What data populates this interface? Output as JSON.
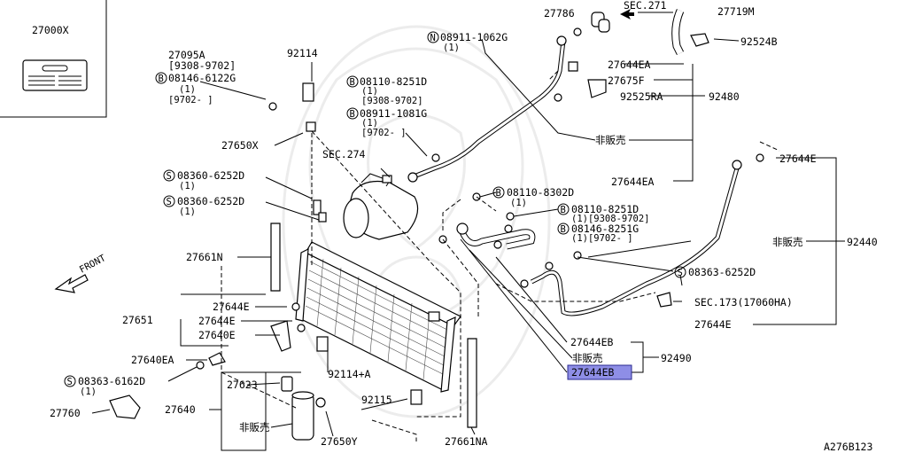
{
  "labels": {
    "l27000x": "27000X",
    "l27095a": "27095A",
    "l27095a_r1": "[9308-9702]",
    "l08146_6122g": "08146-6122G",
    "l08146_6122g_q": "(1)",
    "l08146_6122g_r": "[9702-     ]",
    "l92114": "92114",
    "l27650x": "27650X",
    "l08110_8251d": "08110-8251D",
    "l08110_8251d_q": "(1)",
    "l08110_8251d_r": "[9308-9702]",
    "l08911_1081g": "08911-1081G",
    "l08911_1081g_q": "(1)",
    "l08911_1081g_r": "[9702-     ]",
    "l08911_1062g": "08911-1062G",
    "l08911_1062g_q": "(1)",
    "l27786": "27786",
    "lsec271": "SEC.271",
    "l27719m": "27719M",
    "l92524b": "92524B",
    "l27644ea_top": "27644EA",
    "l27675f": "27675F",
    "l92525ra": "92525RA",
    "l92480": "92480",
    "lhihanbai_1": "非販売",
    "l27644e_right": "27644E",
    "lsec274": "SEC.274",
    "l27644ea_mid": "27644EA",
    "l08360_6252d_a": "08360-6252D",
    "l08360_6252d_a_q": "(1)",
    "l08360_6252d_b": "08360-6252D",
    "l08360_6252d_b_q": "(1)",
    "l08110_8302d": "08110-8302D",
    "l08110_8302d_q": "(1)",
    "l08110_8251d_b": "08110-8251D",
    "l08110_8251d_b_r": "(1)[9308-9702]",
    "l08146_8251g": "08146-8251G",
    "l08146_8251g_r": "(1)[9702-  ]",
    "lhihanbai_2": "非販売",
    "l92440": "92440",
    "l27661n": "27661N",
    "l08363_6252d": "08363-6252D",
    "lfront": "FRONT",
    "lsec173": "SEC.173(17060HA)",
    "l27644e_b": "27644E",
    "l27651": "27651",
    "l27644e_c": "27644E",
    "l27640e": "27640E",
    "l27644e_low": "27644E",
    "l27644eb": "27644EB",
    "lhihanbai_3": "非販売",
    "l92490": "92490",
    "l27644eb_hl": "27644EB",
    "l27640ea": "27640EA",
    "l08363_6162d": "08363-6162D",
    "l08363_6162d_q": "(1)",
    "l92114a": "92114+A",
    "l27623": "27623",
    "l27640": "27640",
    "l92115": "92115",
    "l27760": "27760",
    "lhihanbai_4": "非販売",
    "l27650y": "27650Y",
    "l27661na": "27661NA",
    "lcode": "A276B123"
  },
  "circle_prefixes": {
    "bolt": "B",
    "screw": "S",
    "nut": "N"
  },
  "highlight_color": "#8e8ee6"
}
